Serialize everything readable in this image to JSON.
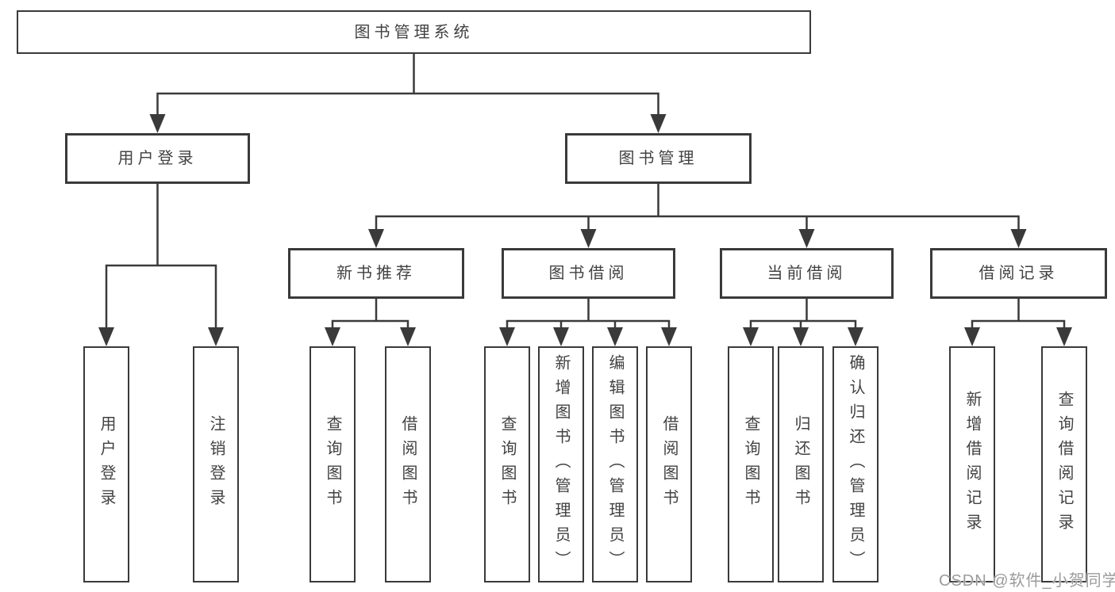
{
  "diagram": {
    "root": {
      "label": "图书管理系统"
    },
    "branches": [
      {
        "label": "用户登录",
        "children": [
          {
            "label": "用户登录"
          },
          {
            "label": "注销登录"
          }
        ]
      },
      {
        "label": "图书管理",
        "children": [
          {
            "label": "新书推荐",
            "children": [
              {
                "label": "查询图书"
              },
              {
                "label": "借阅图书"
              }
            ]
          },
          {
            "label": "图书借阅",
            "children": [
              {
                "label": "查询图书"
              },
              {
                "label": "新增图书（管理员）"
              },
              {
                "label": "编辑图书（管理员）"
              },
              {
                "label": "借阅图书"
              }
            ]
          },
          {
            "label": "当前借阅",
            "children": [
              {
                "label": "查询图书"
              },
              {
                "label": "归还图书"
              },
              {
                "label": "确认归还（管理员）"
              }
            ]
          },
          {
            "label": "借阅记录",
            "children": [
              {
                "label": "新增借阅记录"
              },
              {
                "label": "查询借阅记录"
              }
            ]
          }
        ]
      }
    ]
  },
  "watermark": {
    "text": "CSDN @软件_小贺同学"
  },
  "colors": {
    "line": "#3a3a3a",
    "text": "#424242",
    "box_background": "#ffffff",
    "page_background": "#ffffff",
    "watermark": "#9b9b9b"
  }
}
